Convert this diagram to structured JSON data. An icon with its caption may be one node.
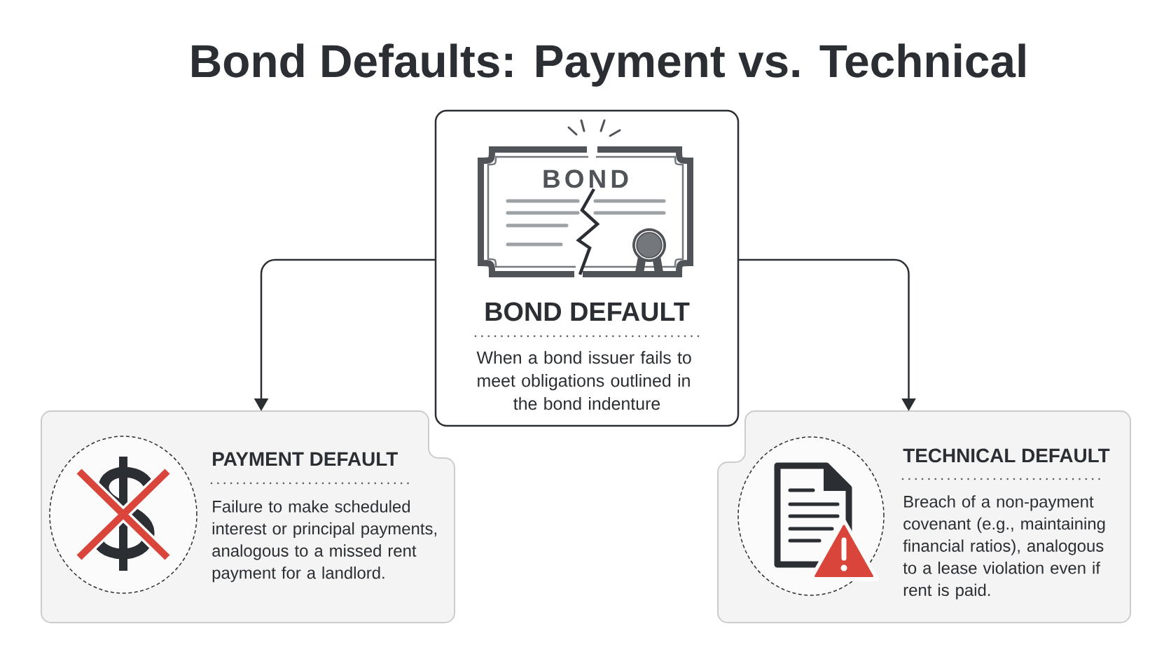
{
  "diagram": {
    "title": "Bond Defaults: Payment vs. Technical",
    "nodes": [
      {
        "text": [
          "BOND DEFAULT",
          "When a bond issuer fails to meet obligations outlined in the bond indenture"
        ]
      },
      {
        "text": [
          "PAYMENT DEFAULT",
          "Failure to make scheduled interest or principal payments, analogous to a missed rent payment for a landlord."
        ]
      },
      {
        "text": [
          "TECHNICAL DEFAULT",
          "Breach of a non-payment covenant (e.g., maintaining financial ratios), analogous to a lease violation even if rent is paid."
        ]
      }
    ],
    "edges": [
      {
        "from": 0,
        "to": 1,
        "arrow": "to"
      },
      {
        "from": 0,
        "to": 2,
        "arrow": "to"
      }
    ],
    "labels": [
      "BOND"
    ]
  }
}
